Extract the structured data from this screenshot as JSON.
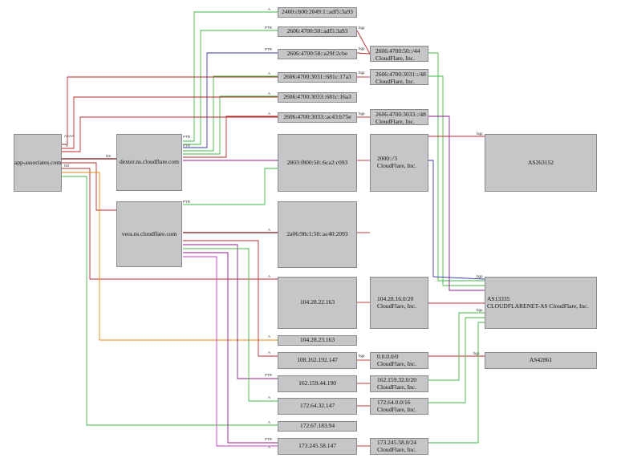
{
  "nodes": {
    "app": "app-associates.com",
    "dexter": "dexter.ns.cloudflare.com",
    "vera": "vera.ns.cloudflare.com",
    "v6_3a93_a": "2400:cb00:2049:1::adf5:3a93",
    "v6_3a93_b": "2606:4700:50::adf5:3a93",
    "v6_2cbe": "2606:4700:58::a29f:2cbe",
    "v6_17a3": "2606:4700:3031::681c:17a3",
    "v6_16a3": "2606:4700:3033::681c:16a3",
    "v6_b75e": "2606:4700:3033::ac43:b75e",
    "v6_c093": "2803:f800:50::6ca2:c093",
    "v6_2093": "2a06:98c1:50::ac40:2093",
    "ip_16363": "104.28.22.163",
    "ip_23163": "104.28.23.163",
    "ip_192147": "108.162.192.147",
    "ip_44190": "162.159.44.190",
    "ip_32147": "172.64.32.147",
    "ip_18394": "172.67.183.94",
    "ip_58147": "173.245.58.147",
    "p_50_44": {
      "l1": "2606:4700:50::/44",
      "l2": "CloudFlare, Inc."
    },
    "p_3031_48": {
      "l1": "2606:4700:3031::/48",
      "l2": "CloudFlare, Inc."
    },
    "p_3033_48": {
      "l1": "2606:4700:3033::/48",
      "l2": "CloudFlare, Inc."
    },
    "p_2000_3": {
      "l1": "2000::/3",
      "l2": "CloudFlare, Inc."
    },
    "p_104_20": {
      "l1": "104.28.16.0/20",
      "l2": "CloudFlare, Inc."
    },
    "p_0_0": {
      "l1": "0.0.0.0/0",
      "l2": "CloudFlare, Inc."
    },
    "p_162_20": {
      "l1": "162.159.32.0/20",
      "l2": "CloudFlare, Inc."
    },
    "p_172_16": {
      "l1": "172.64.0.0/16",
      "l2": "CloudFlare, Inc."
    },
    "p_173_24": {
      "l1": "173.245.58.0/24",
      "l2": "CloudFlare, Inc."
    },
    "as263152": "AS263152",
    "as13335": {
      "l1": "AS13335",
      "l2": "CLOUDFLARENET-AS CloudFlare, Inc."
    },
    "as42861": "AS42861"
  },
  "edge_labels": {
    "ptr": "PTR",
    "a": "A",
    "aaaa": "AAAA",
    "ns": "NS",
    "bgp": "bgp"
  },
  "colors": {
    "red": "#b52a2a",
    "green": "#3fb83f",
    "blue": "#3535a8",
    "purple": "#8c1a8c",
    "magenta": "#c43cc4",
    "orange": "#e08a10",
    "darkred": "#7a1010",
    "node_fill": "#c6c5c8",
    "node_border": "#8a898c"
  }
}
